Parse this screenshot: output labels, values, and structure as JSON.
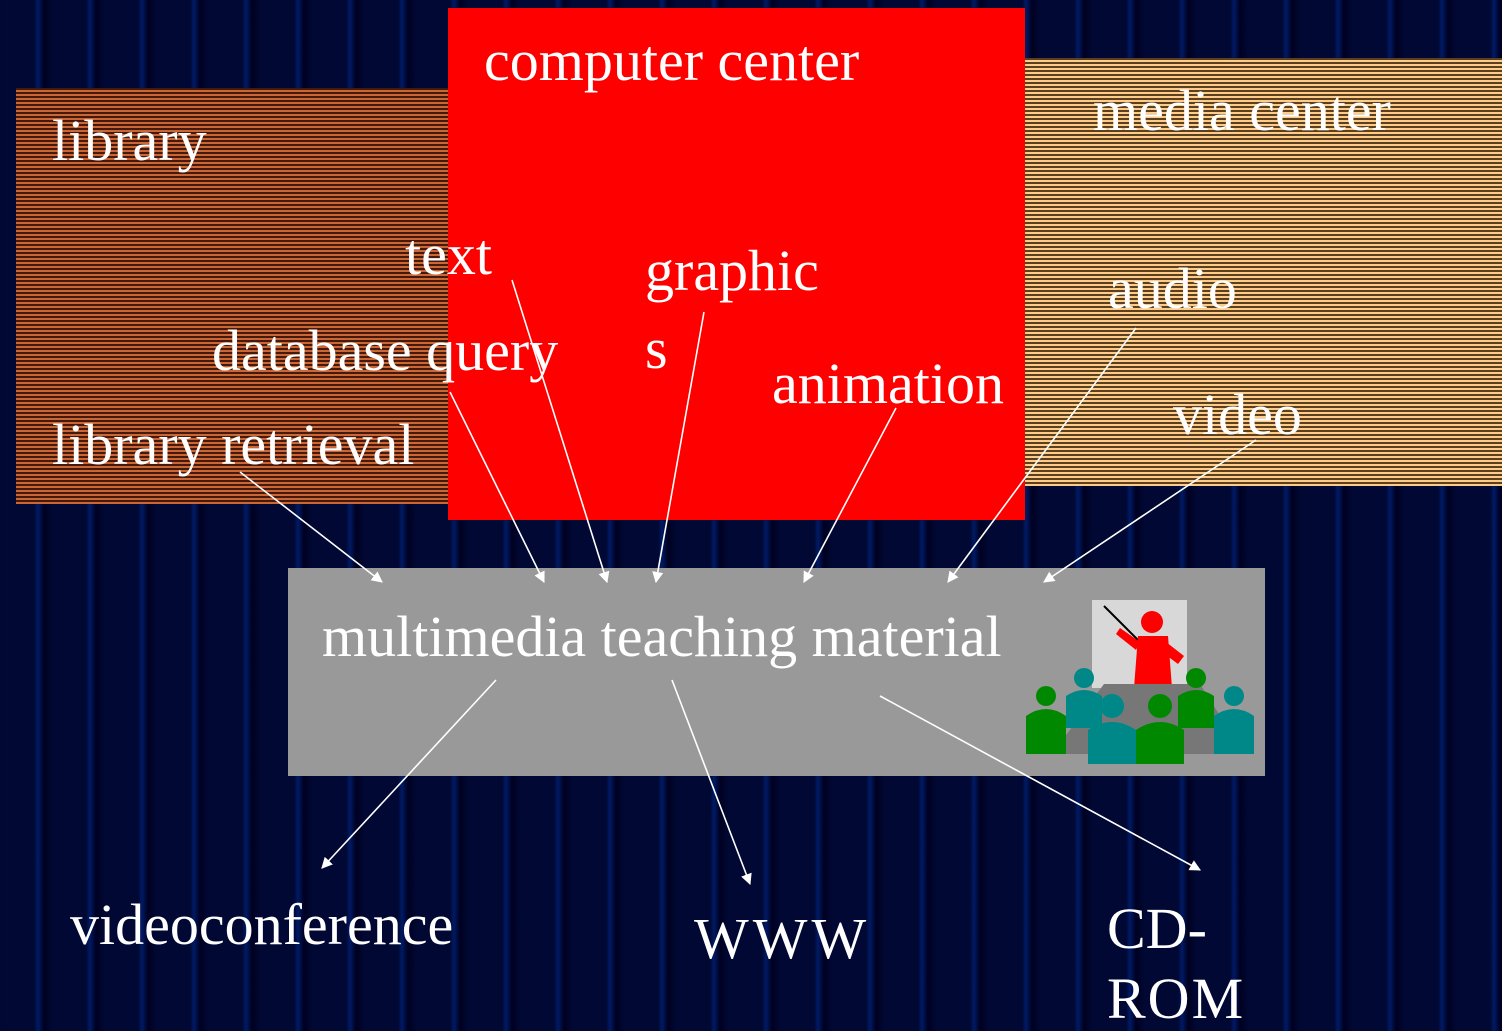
{
  "regions": {
    "library": "library",
    "computer_center": "computer center",
    "media_center": "media center"
  },
  "sources": {
    "text": "text",
    "graphics_line1": "graphic",
    "graphics_line2": "s",
    "database_query": "database query",
    "library_retrieval": "library retrieval",
    "animation": "animation",
    "audio": "audio",
    "video": "video"
  },
  "center": {
    "label": "multimedia teaching material",
    "icon": "presentation-audience-icon"
  },
  "outputs": {
    "videoconference": "videoconference",
    "www": "WWW",
    "cdrom_line1": "CD-",
    "cdrom_line2": "ROM"
  },
  "colors": {
    "background": "#000033",
    "library": "#cc6633",
    "computer_center": "#ff0000",
    "media_center": "#ffcc88",
    "material_box": "#999999",
    "text": "#ffffff",
    "arrow": "#ffffff"
  }
}
